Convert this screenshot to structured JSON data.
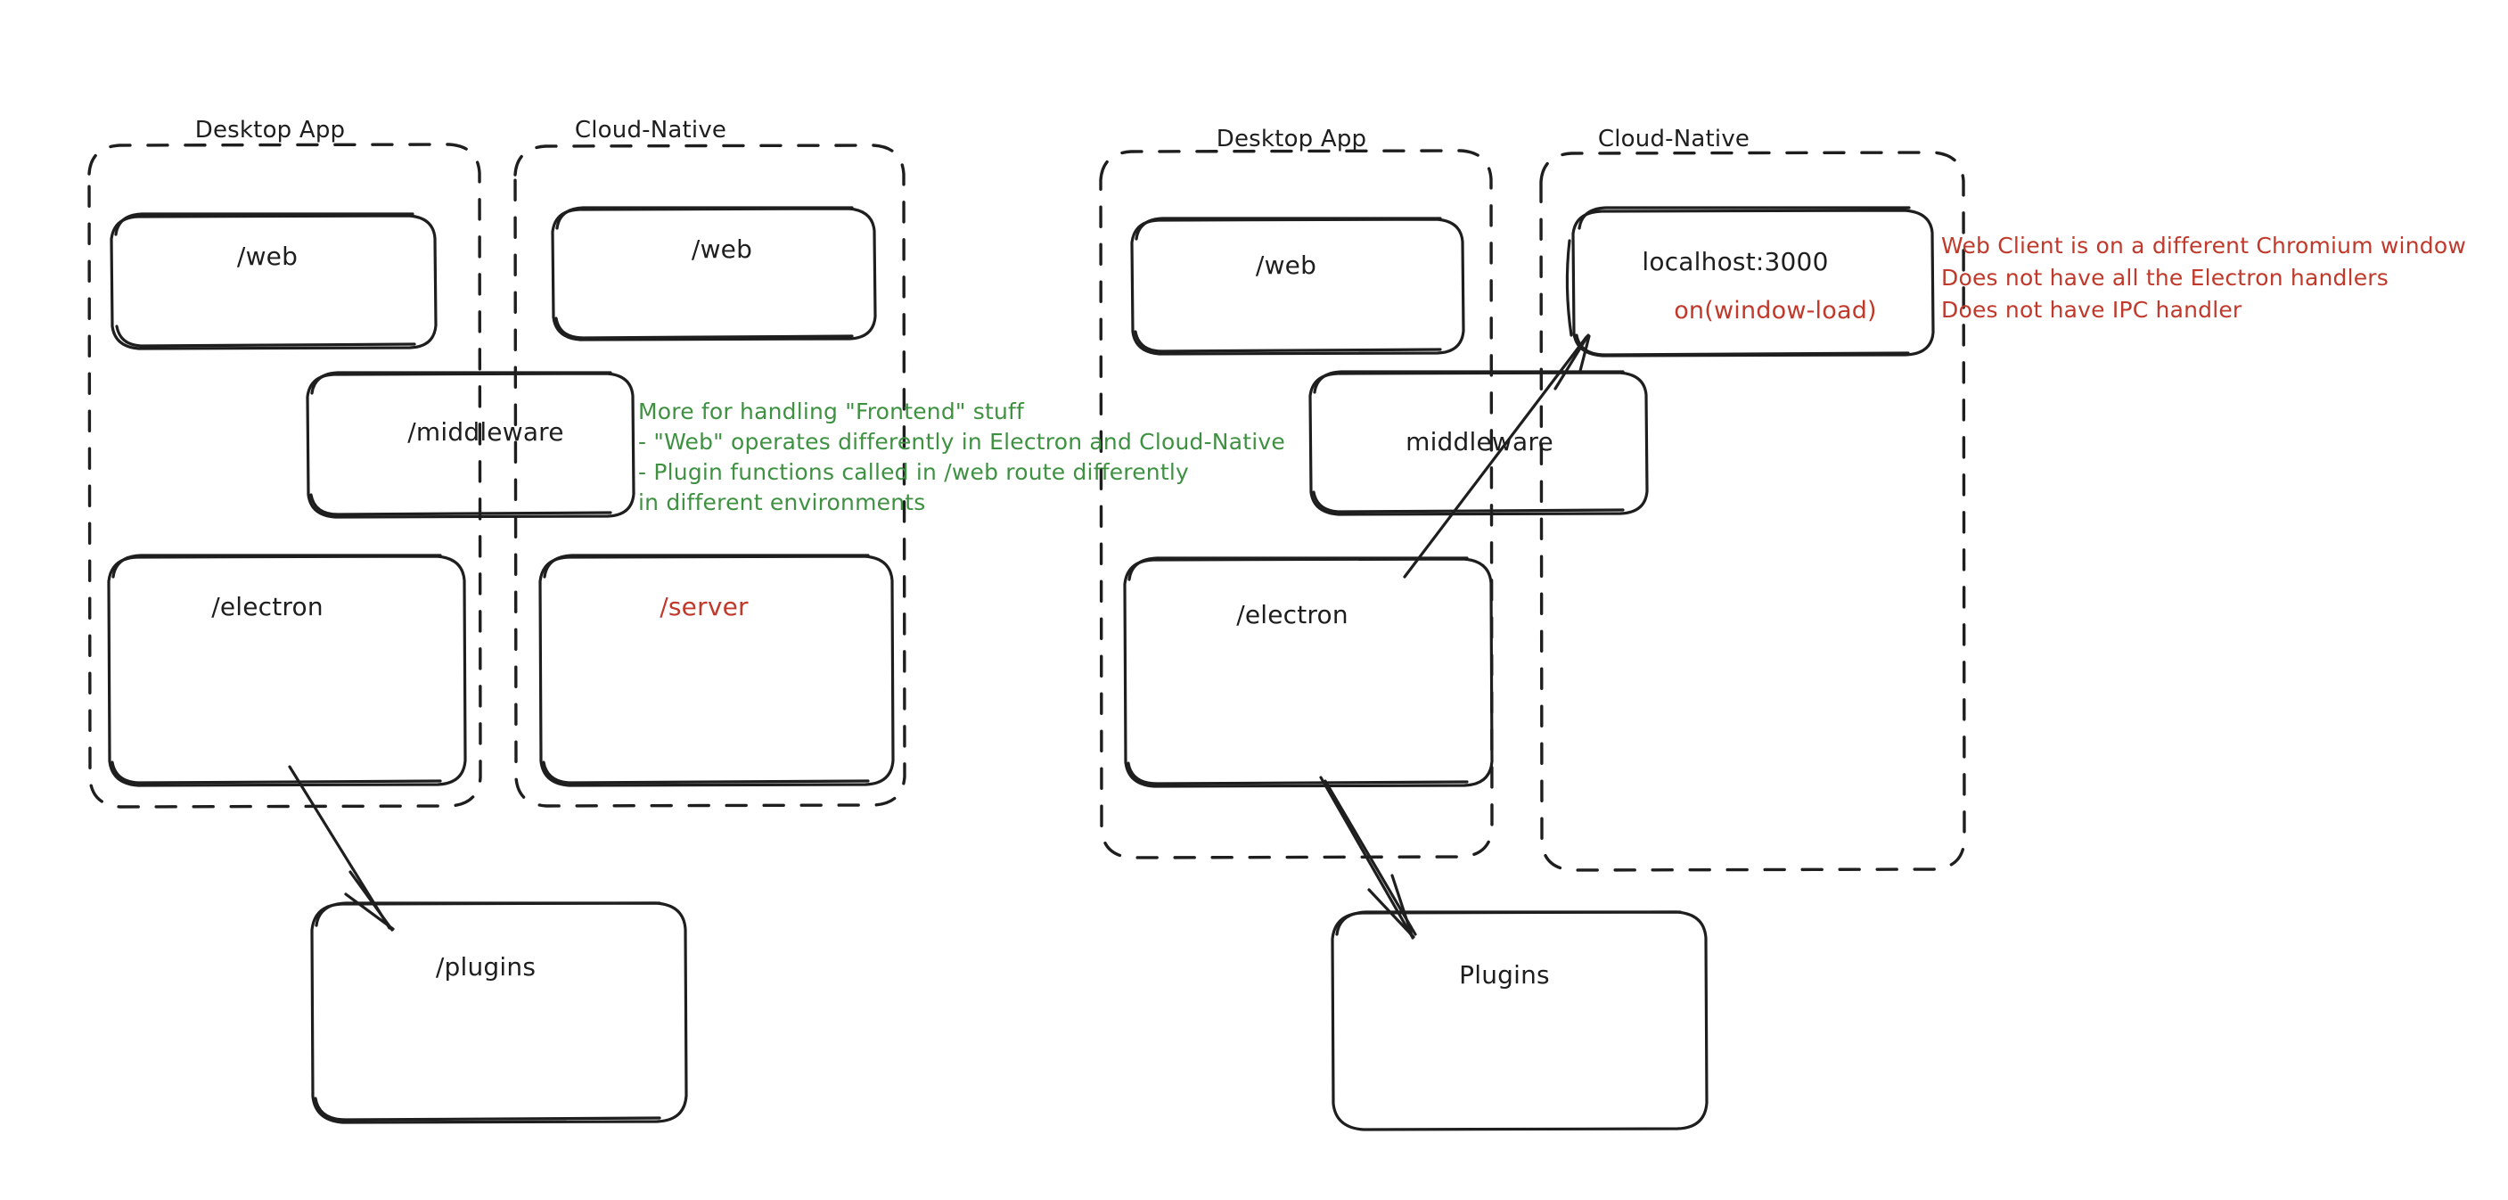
{
  "diagram": {
    "title": "Electron vs Cloud-Native routing architecture",
    "colors": {
      "stroke": "#1e1e1e",
      "red": "#c0392b",
      "green": "#3f9142",
      "background": "#ffffff"
    }
  },
  "left_cluster": {
    "groups": [
      {
        "label": "Desktop App"
      },
      {
        "label": "Cloud-Native"
      }
    ],
    "nodes": [
      {
        "id": "l-desktop-web",
        "label": "/web"
      },
      {
        "id": "l-cloud-web",
        "label": "/web"
      },
      {
        "id": "l-middleware",
        "label": "/middleware"
      },
      {
        "id": "l-electron",
        "label": "/electron"
      },
      {
        "id": "l-server",
        "label": "/server"
      },
      {
        "id": "l-plugins",
        "label": "/plugins"
      }
    ],
    "annotation": {
      "color": "#3f9142",
      "lines": [
        "More for handling \"Frontend\" stuff",
        "- \"Web\" operates differently in Electron and Cloud-Native",
        "- Plugin functions called in /web route differently",
        "in different environments"
      ]
    },
    "edges": [
      {
        "from": "l-electron",
        "to": "l-plugins",
        "kind": "arrow"
      }
    ]
  },
  "right_cluster": {
    "groups": [
      {
        "label": "Desktop App"
      },
      {
        "label": "Cloud-Native"
      }
    ],
    "nodes": [
      {
        "id": "r-desktop-web",
        "label": "/web"
      },
      {
        "id": "r-localhost",
        "label": "localhost:3000",
        "sub_label": "on(window-load)",
        "sub_color": "#c0392b"
      },
      {
        "id": "r-middleware",
        "label": "middleware"
      },
      {
        "id": "r-electron",
        "label": "/electron"
      },
      {
        "id": "r-plugins",
        "label": "Plugins"
      }
    ],
    "annotation": {
      "color": "#c0392b",
      "lines": [
        "Web Client is on a different Chromium window",
        "Does not have all the Electron handlers",
        "Does not have IPC handler"
      ]
    },
    "edges": [
      {
        "from": "r-electron",
        "to": "r-localhost",
        "kind": "arrow"
      },
      {
        "from": "r-electron",
        "to": "r-plugins",
        "kind": "arrow"
      }
    ]
  }
}
